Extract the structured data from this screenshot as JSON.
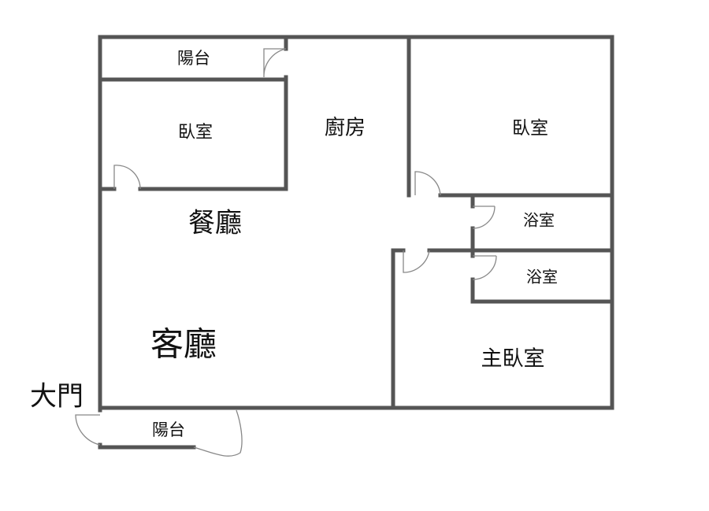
{
  "rooms": {
    "balcony_top": "陽台",
    "bedroom_left": "臥室",
    "kitchen": "廚房",
    "bedroom_right": "臥室",
    "dining": "餐廳",
    "bathroom_1": "浴室",
    "bathroom_2": "浴室",
    "living": "客廳",
    "master_bedroom": "主臥室",
    "main_door": "大門",
    "balcony_bottom": "陽台"
  },
  "colors": {
    "wall": "#555555",
    "door": "#888888"
  }
}
